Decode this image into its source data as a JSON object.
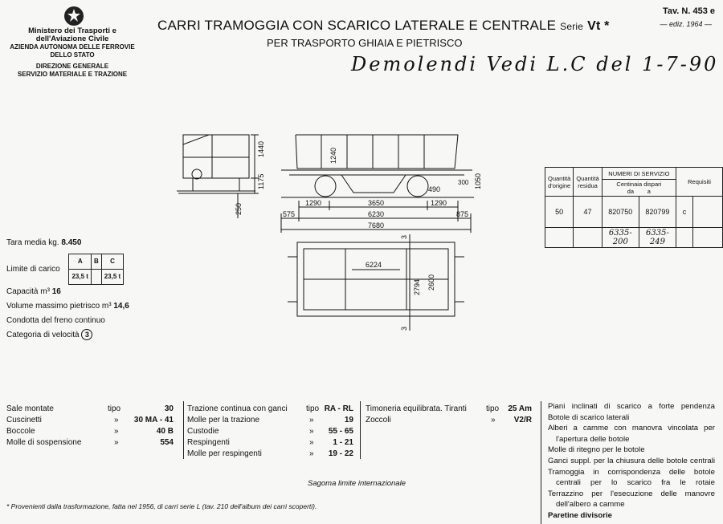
{
  "header": {
    "ministry_lines": [
      "Ministero dei Trasporti e dell'Aviazione Civile",
      "AZIENDA AUTONOMA DELLE FERROVIE DELLO STATO"
    ],
    "division_lines": [
      "DIREZIONE GENERALE",
      "SERVIZIO MATERIALE E TRAZIONE"
    ],
    "title": "CARRI TRAMOGGIA CON SCARICO LATERALE E CENTRALE",
    "serie_label": "Serie",
    "serie_value": "Vt *",
    "subtitle": "PER TRASPORTO GHIAIA E PIETRISCO",
    "tav": "Tav. N. 453 e",
    "ediz": "— ediz. 1964 —",
    "handwritten_note": "Demolendi Vedi L.C del 1-7-90"
  },
  "drawing_dims": {
    "h1440": "1440",
    "h1175": "1175",
    "h250": "250",
    "h1240": "1240",
    "h1050": "1050",
    "h300": "300",
    "d490": "490",
    "d1290a": "1290",
    "d3650": "3650",
    "d1290b": "1290",
    "d575": "575",
    "d6230": "6230",
    "d875": "875",
    "d7680": "7680",
    "d6224": "6224",
    "d2794": "2794",
    "d2600": "2600",
    "m3a": "3",
    "m3b": "3"
  },
  "service_table": {
    "h_orig": [
      "Quantità",
      "d'origine"
    ],
    "h_res": [
      "Quantità",
      "residua"
    ],
    "h_numeri": "NUMERI DI SERVIZIO",
    "h_cent": "Centinaia dispari",
    "h_da": "da",
    "h_a": "a",
    "h_req": "Requisiti",
    "orig": "50",
    "residua": "47",
    "from": "820750",
    "to": "820799",
    "req": "c",
    "hw_from": "6335-200",
    "hw_to": "6335-249"
  },
  "specs": {
    "tara_label": "Tara media kg.",
    "tara_value": "8.450",
    "limite_label": "Limite di carico",
    "limite_headers": [
      "A",
      "B",
      "C"
    ],
    "limite_values": [
      "23,5 t",
      "",
      "23,5 t"
    ],
    "capacita_label": "Capacità m³",
    "capacita_value": "16",
    "volume_label": "Volume massimo pietrisco m³",
    "volume_value": "14,6",
    "condotta": "Condotta del freno continuo",
    "categoria_label": "Categoria di velocità",
    "categoria_value": "3"
  },
  "components": {
    "col1": [
      {
        "label": "Sale montate",
        "type": "tipo",
        "value": "30"
      },
      {
        "label": "Cuscinetti",
        "type": "»",
        "value": "30 MA - 41"
      },
      {
        "label": "Boccole",
        "type": "»",
        "value": "40 B"
      },
      {
        "label": "Molle di sospensione",
        "type": "»",
        "value": "554"
      }
    ],
    "col2": [
      {
        "label": "Trazione continua con ganci",
        "type": "tipo",
        "value": "RA - RL"
      },
      {
        "label": "Molle per la trazione",
        "type": "»",
        "value": "19"
      },
      {
        "label": "Custodie",
        "type": "»",
        "value": "55 - 65"
      },
      {
        "label": "Respingenti",
        "type": "»",
        "value": "1 - 21"
      },
      {
        "label": "Molle per respingenti",
        "type": "»",
        "value": "19 - 22"
      }
    ],
    "col3": [
      {
        "label": "Timoneria equilibrata. Tiranti",
        "type": "tipo",
        "value": "25 Am"
      },
      {
        "label": "Zoccoli",
        "type": "»",
        "value": "V2/R"
      }
    ],
    "col4": [
      "Piani inclinati di scarico a forte pendenza",
      "Botole di scarico laterali",
      "Alberi a camme con manovra vincolata per",
      "l'apertura delle botole",
      "Molle di ritegno per le botole",
      "Ganci suppl. per la chiusura delle botole centrali",
      "Tramoggia in corrispondenza delle botole",
      "centrali per lo scarico fra le rotaie",
      "Terrazzino per l'esecuzione delle manovre",
      "dell'albero a camme",
      "Paretine divisorie"
    ]
  },
  "sagoma": "Sagoma limite internazionale",
  "footnote": "* Provenienti dalla trasformazione, fatta nel 1956, di carri serie L (tav. 210 dell'album dei carri scoperti)."
}
